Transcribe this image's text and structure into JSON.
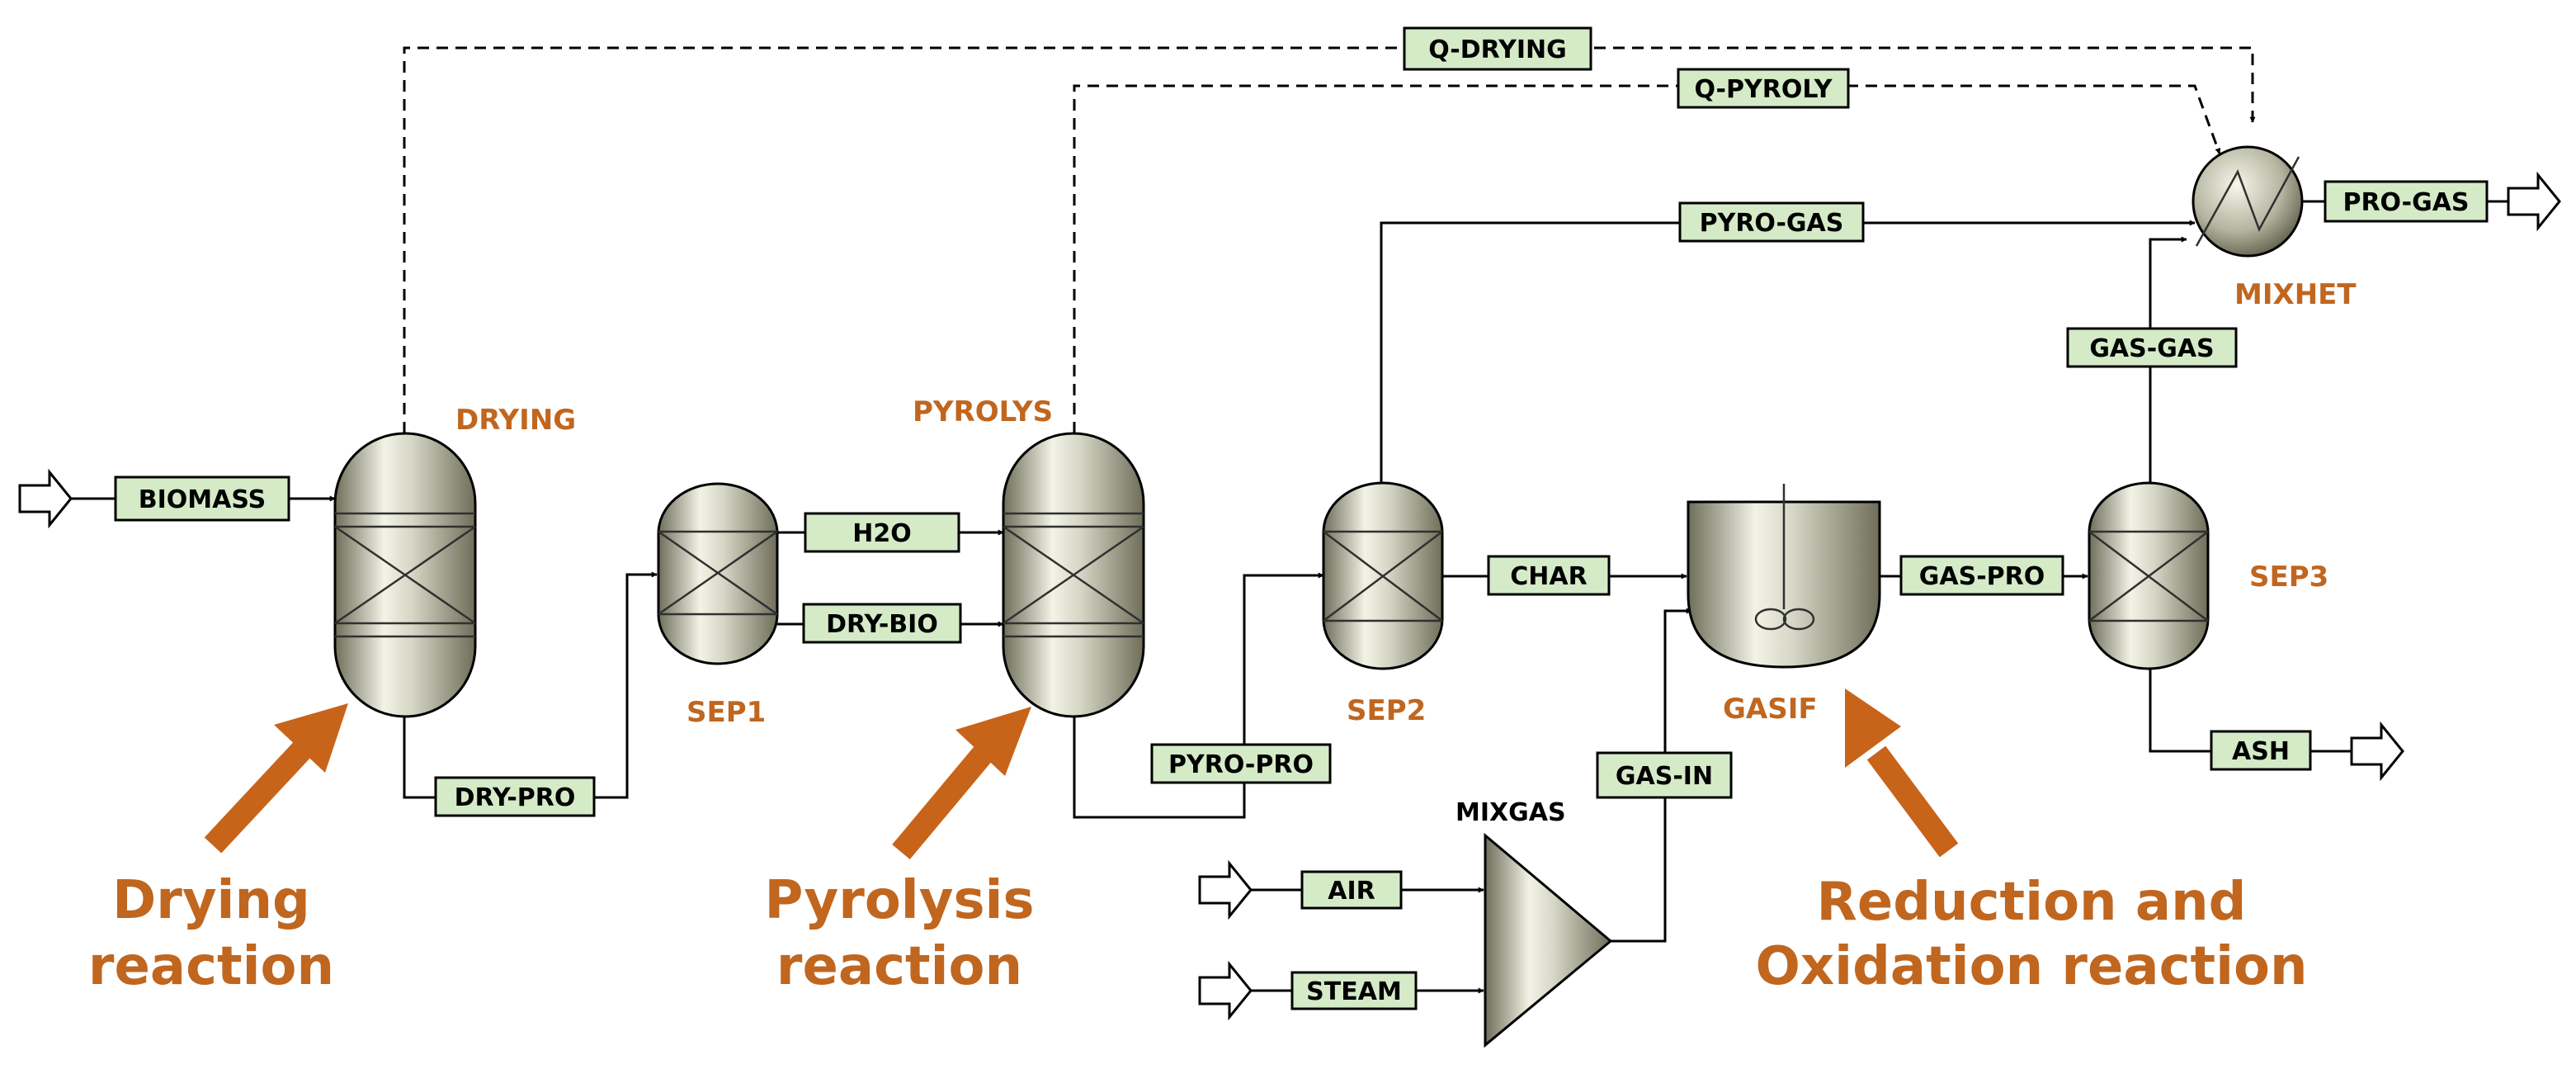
{
  "colors": {
    "block_label": "#c0661f",
    "arrow": "#c8631a",
    "stream_fill": "#d5ebc8",
    "vessel_light": "#f2f2e6",
    "vessel_dark": "#6e6e5a"
  },
  "blocks": {
    "drying": "DRYING",
    "sep1": "SEP1",
    "pyrolys": "PYROLYS",
    "sep2": "SEP2",
    "gasif": "GASIF",
    "sep3": "SEP3",
    "mixhet": "MIXHET",
    "mixgas": "MIXGAS"
  },
  "streams": {
    "biomass": "BIOMASS",
    "dry_pro": "DRY-PRO",
    "h2o": "H2O",
    "dry_bio": "DRY-BIO",
    "pyro_pro": "PYRO-PRO",
    "pyro_gas": "PYRO-GAS",
    "char": "CHAR",
    "gas_pro": "GAS-PRO",
    "gas_gas": "GAS-GAS",
    "pro_gas": "PRO-GAS",
    "ash": "ASH",
    "air": "AIR",
    "steam": "STEAM",
    "gas_in": "GAS-IN",
    "q_drying": "Q-DRYING",
    "q_pyroly": "Q-PYROLY"
  },
  "captions": {
    "drying_line1": "Drying",
    "drying_line2": "reaction",
    "pyrolysis_line1": "Pyrolysis",
    "pyrolysis_line2": "reaction",
    "redox_line1": "Reduction and",
    "redox_line2": "Oxidation reaction"
  }
}
